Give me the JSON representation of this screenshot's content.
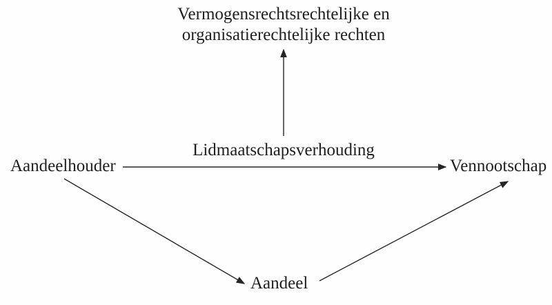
{
  "diagram": {
    "nodes": {
      "rights_line1": "Vermogensrechtsrechtelijke en",
      "rights_line2": "organisatierechtelijke rechten",
      "lidmaatschapsverhouding": "Lidmaatschapsverhouding",
      "aandeelhouder": "Aandeelhouder",
      "vennootschap": "Vennootschap",
      "aandeel": "Aandeel"
    },
    "edges": [
      {
        "from": "Lidmaatschapsverhouding",
        "to": "Vermogensrechtsrechtelijke en organisatierechtelijke rechten",
        "arrow": "single",
        "direction": "up"
      },
      {
        "from": "Aandeelhouder",
        "to": "Vennootschap",
        "arrow": "single",
        "direction": "right",
        "label": "Lidmaatschapsverhouding"
      },
      {
        "from": "Aandeelhouder",
        "to": "Aandeel",
        "arrow": "single",
        "direction": "down-right"
      },
      {
        "from": "Aandeel",
        "to": "Vennootschap",
        "arrow": "single",
        "direction": "up-right"
      }
    ],
    "colors": {
      "text": "#1f1f1f",
      "line": "#262626",
      "background": "#fefefe"
    }
  }
}
